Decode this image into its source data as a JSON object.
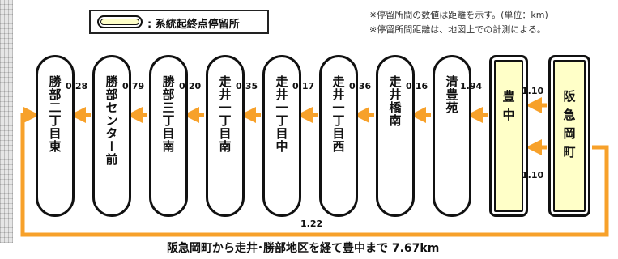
{
  "legend": {
    "label": ": 系統起終点停留所"
  },
  "notes": [
    "※停留所間の数値は距離を示す。(単位：km)",
    "※停留所間距離は、地図上での計測による。"
  ],
  "stops": [
    {
      "name": "勝部二丁目東",
      "terminal": false
    },
    {
      "name": "勝部センター前",
      "terminal": false
    },
    {
      "name": "勝部三丁目南",
      "terminal": false
    },
    {
      "name": "走井一丁目南",
      "terminal": false
    },
    {
      "name": "走井一丁目中",
      "terminal": false
    },
    {
      "name": "走井一丁目西",
      "terminal": false
    },
    {
      "name": "走井橋南",
      "terminal": false
    },
    {
      "name": "清豊苑",
      "terminal": false
    },
    {
      "name": "豊中",
      "terminal": true
    },
    {
      "name": "阪急岡町",
      "terminal": true
    }
  ],
  "distances": [
    "0.28",
    "0.79",
    "0.20",
    "0.35",
    "0.17",
    "0.36",
    "0.16",
    "1.94",
    "1.10",
    "1.10",
    "1.22"
  ],
  "caption": "阪急岡町から走井･勝部地区を経て豊中まで 7.67km",
  "colors": {
    "route": "#f7a12a",
    "terminal_fill": "#ffffc8",
    "outline": "#111111"
  }
}
